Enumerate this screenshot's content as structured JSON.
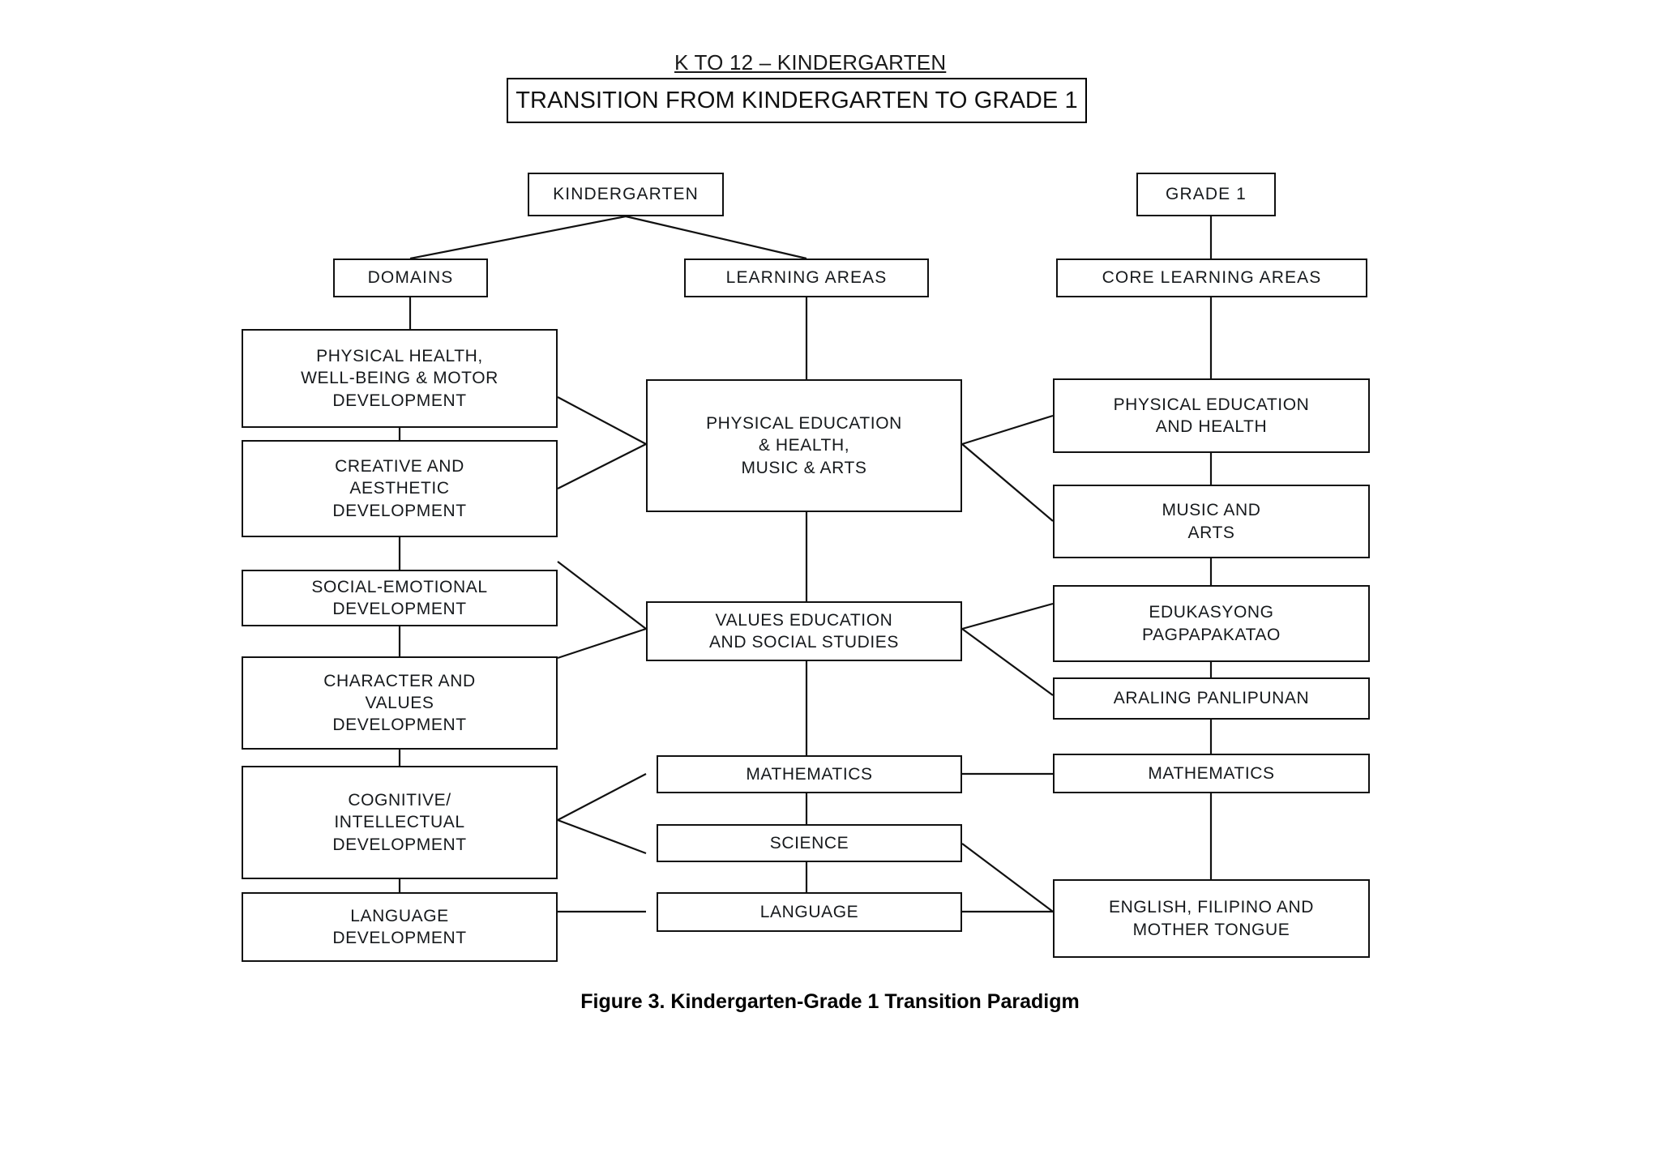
{
  "header": {
    "kicker": "K TO 12 – KINDERGARTEN",
    "title": "TRANSITION FROM KINDERGARTEN TO GRADE 1"
  },
  "roots": {
    "kindergarten": "KINDERGARTEN",
    "grade1": "GRADE 1"
  },
  "column_headers": {
    "domains": "DOMAINS",
    "learning_areas": "LEARNING AREAS",
    "core_learning_areas": "CORE LEARNING AREAS"
  },
  "domains": [
    {
      "id": "physical-health",
      "label": "PHYSICAL HEALTH,\nWELL-BEING & MOTOR\nDEVELOPMENT"
    },
    {
      "id": "creative-aesthetic",
      "label": "CREATIVE AND\nAESTHETIC\nDEVELOPMENT"
    },
    {
      "id": "social-emotional",
      "label": "SOCIAL-EMOTIONAL\nDEVELOPMENT"
    },
    {
      "id": "character-values",
      "label": "CHARACTER AND\nVALUES\nDEVELOPMENT"
    },
    {
      "id": "cognitive-intellectual",
      "label": "COGNITIVE/\nINTELLECTUAL\nDEVELOPMENT"
    },
    {
      "id": "language",
      "label": "LANGUAGE\nDEVELOPMENT"
    }
  ],
  "learning_areas": [
    {
      "id": "pe-health-music-arts",
      "label": "PHYSICAL EDUCATION\n& HEALTH,\nMUSIC & ARTS"
    },
    {
      "id": "values-social-studies",
      "label": "VALUES EDUCATION\nAND SOCIAL STUDIES"
    },
    {
      "id": "mathematics",
      "label": "MATHEMATICS"
    },
    {
      "id": "science",
      "label": "SCIENCE"
    },
    {
      "id": "language",
      "label": "LANGUAGE"
    }
  ],
  "core_learning_areas": [
    {
      "id": "pe-and-health",
      "label": "PHYSICAL EDUCATION\nAND HEALTH"
    },
    {
      "id": "music-and-arts",
      "label": "MUSIC AND\nARTS"
    },
    {
      "id": "edukasyong-pagpapakatao",
      "label": "EDUKASYONG\nPAGPAPAKATAO"
    },
    {
      "id": "araling-panlipunan",
      "label": "ARALING PANLIPUNAN"
    },
    {
      "id": "mathematics",
      "label": "MATHEMATICS"
    },
    {
      "id": "english-filipino-mother-tongue",
      "label": "ENGLISH, FILIPINO AND\nMOTHER TONGUE"
    }
  ],
  "caption": "Figure 3. Kindergarten-Grade 1 Transition Paradigm",
  "colors": {
    "stroke": "#111111",
    "text": "#16191c",
    "background": "#ffffff"
  }
}
